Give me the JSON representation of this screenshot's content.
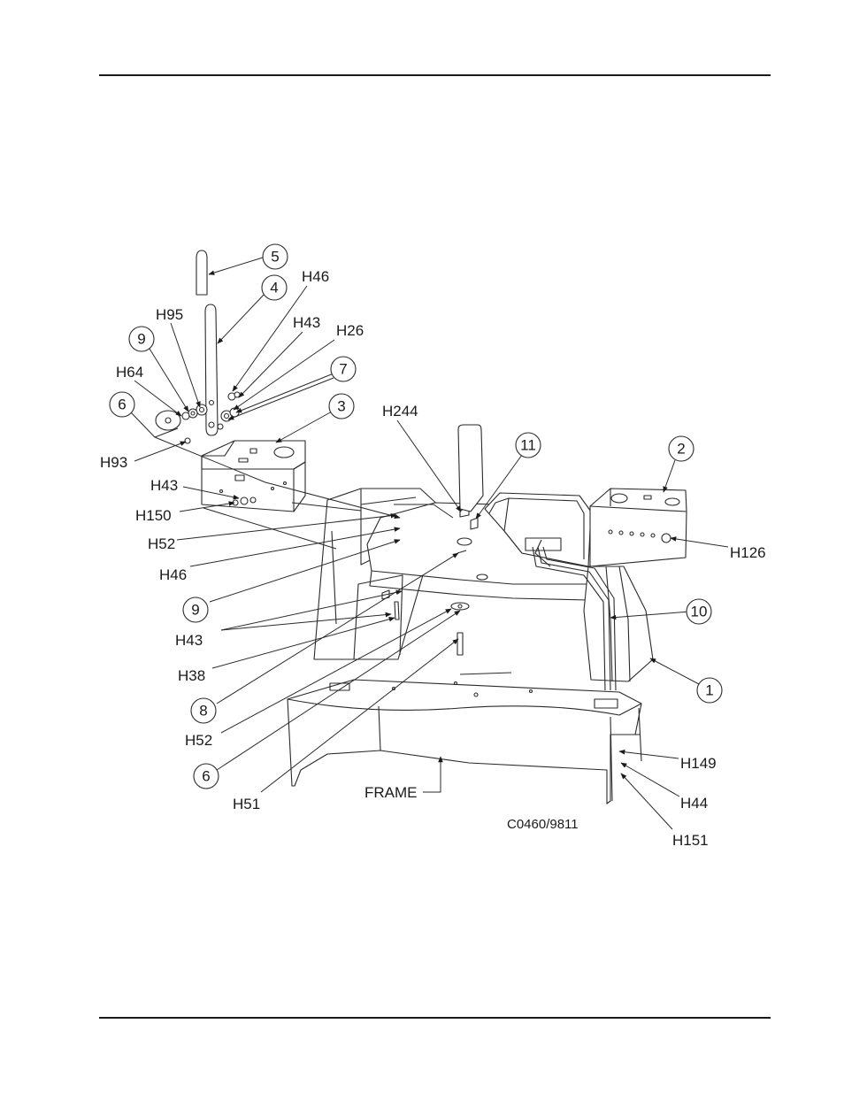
{
  "figure_code": "C0460/9811",
  "frame_label": "FRAME",
  "balloons": {
    "b1": "1",
    "b2": "2",
    "b3": "3",
    "b4": "4",
    "b5": "5",
    "b6a": "6",
    "b6b": "6",
    "b7": "7",
    "b8": "8",
    "b9a": "9",
    "b9b": "9",
    "b10": "10",
    "b11": "11"
  },
  "hardware": {
    "h46a": "H46",
    "h95": "H95",
    "h43a": "H43",
    "h26": "H26",
    "h64": "H64",
    "h93": "H93",
    "h43b": "H43",
    "h150": "H150",
    "h244": "H244",
    "h126": "H126",
    "h52a": "H52",
    "h46b": "H46",
    "h43c": "H43",
    "h38": "H38",
    "h52b": "H52",
    "h51": "H51",
    "h149": "H149",
    "h44": "H44",
    "h151": "H151"
  }
}
